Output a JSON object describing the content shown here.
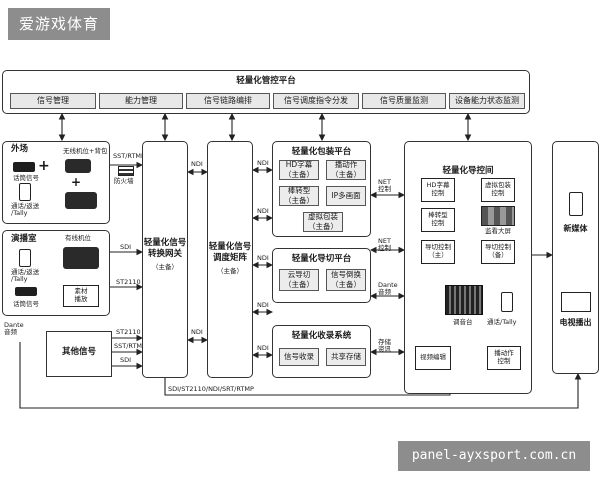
{
  "watermark_top": "爱游戏体育",
  "watermark_bottom": "panel-ayxsport.com.cn",
  "control_platform": {
    "title": "轻量化管控平台",
    "items": [
      "信号管理",
      "能力管理",
      "信号链路编排",
      "信号调度指令分发",
      "信号质量监测",
      "设备能力状态监测"
    ]
  },
  "field": {
    "title": "外场",
    "wireless": "无线机位+背包",
    "tally": "通话/返送\n/Tally",
    "tieback": "话筒信号"
  },
  "studio": {
    "title": "演播室",
    "camera": "有线机位",
    "tally": "通话/返送\n/Tally",
    "tieback": "话筒信号",
    "material": "素材\n播放"
  },
  "other_signal": "其他信号",
  "gateway": {
    "title": "轻量化信号\n转换网关",
    "sub": "（主备）"
  },
  "matrix": {
    "title": "轻量化信号\n调度矩阵",
    "sub": "（主备）"
  },
  "packaging": {
    "title": "轻量化包装平台",
    "items": [
      "HD字幕\n（主备）",
      "播动作\n（主备）",
      "棒转型\n（主备）",
      "IP多画面",
      "虚拟包装\n（主备）"
    ]
  },
  "switching": {
    "title": "轻量化导切平台",
    "items": [
      "云导切\n（主备）",
      "信号倒换\n（主备）"
    ]
  },
  "recording": {
    "title": "轻量化收录系统",
    "items": [
      "信号收录",
      "共享存储"
    ]
  },
  "director": {
    "title": "轻量化导控间",
    "items": [
      "HD字幕\n控制",
      "虚拟包装\n控制",
      "棒转型\n控制",
      "监看大屏",
      "导切控制\n（主）",
      "导切控制\n（备）",
      "视频编辑",
      "播动作\n控制"
    ],
    "console": "调音台",
    "tally": "通话/Tally"
  },
  "outputs": {
    "new_media": "新媒体",
    "tv": "电视播出"
  },
  "labels": {
    "sst_rtmp": "SST/RTMP",
    "firewall": "防火墙",
    "sdi": "SDI",
    "st2110": "ST2110",
    "dante_audio": "Dante\n音频",
    "ndi": "NDI",
    "net_control": "NET\n控制",
    "dante": "Dante\n音频",
    "storage": "存储\n资讯",
    "bottom_bus": "SDI/ST2110/NDI/SRT/RTMP"
  }
}
